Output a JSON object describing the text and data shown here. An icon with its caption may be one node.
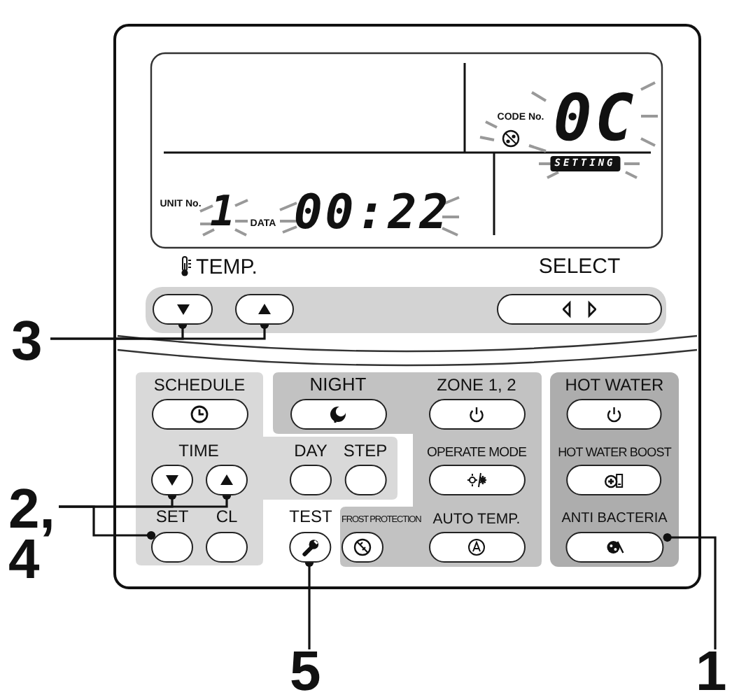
{
  "diagram": {
    "nodes": [
      {
        "text": [],
        "shape": "box"
      },
      {
        "text": [],
        "shape": "box"
      },
      {
        "text": [
          "SELECT"
        ]
      },
      {
        "text": [
          "SCHEDULE"
        ]
      },
      {
        "text": [
          "NIGHT"
        ]
      },
      {
        "text": [
          "ZONE 1, 2"
        ]
      },
      {
        "text": [
          "HOT WATER"
        ]
      },
      {
        "text": [],
        "shape": "box"
      },
      {
        "text": [],
        "shape": "box"
      },
      {
        "text": [
          "DAY"
        ]
      },
      {
        "text": [
          "STEP"
        ]
      },
      {
        "text": [
          "OPERATE MODE"
        ]
      },
      {
        "text": [
          "HOT WATER BOOST"
        ]
      },
      {
        "text": [
          "SET"
        ]
      },
      {
        "text": [
          "CL"
        ]
      },
      {
        "text": [
          "TEST"
        ]
      },
      {
        "text": [
          "FROST PROTECTION"
        ]
      },
      {
        "text": [
          "AUTO TEMP."
        ]
      },
      {
        "text": [
          "ANTI BACTERIA"
        ]
      },
      {
        "text": [
          "3"
        ]
      },
      {
        "text": [
          "2, 4"
        ]
      },
      {
        "text": [
          "5"
        ]
      },
      {
        "text": [
          "1"
        ]
      }
    ],
    "edges": [
      {
        "from": 19,
        "to": 0,
        "arrow": "other"
      },
      {
        "from": 19,
        "to": 1,
        "arrow": "other"
      },
      {
        "from": 20,
        "to": 7,
        "arrow": "other"
      },
      {
        "from": 20,
        "to": 8,
        "arrow": "other"
      },
      {
        "from": 20,
        "to": 13,
        "arrow": "other"
      },
      {
        "from": 21,
        "to": 15,
        "arrow": "other"
      },
      {
        "from": 22,
        "to": 18,
        "arrow": "other"
      }
    ],
    "labels": [
      "CODE No.",
      "0C",
      "SETTING",
      "UNIT No.",
      "1",
      "DATA",
      "00:22",
      "TEMP.",
      "TIME"
    ]
  }
}
